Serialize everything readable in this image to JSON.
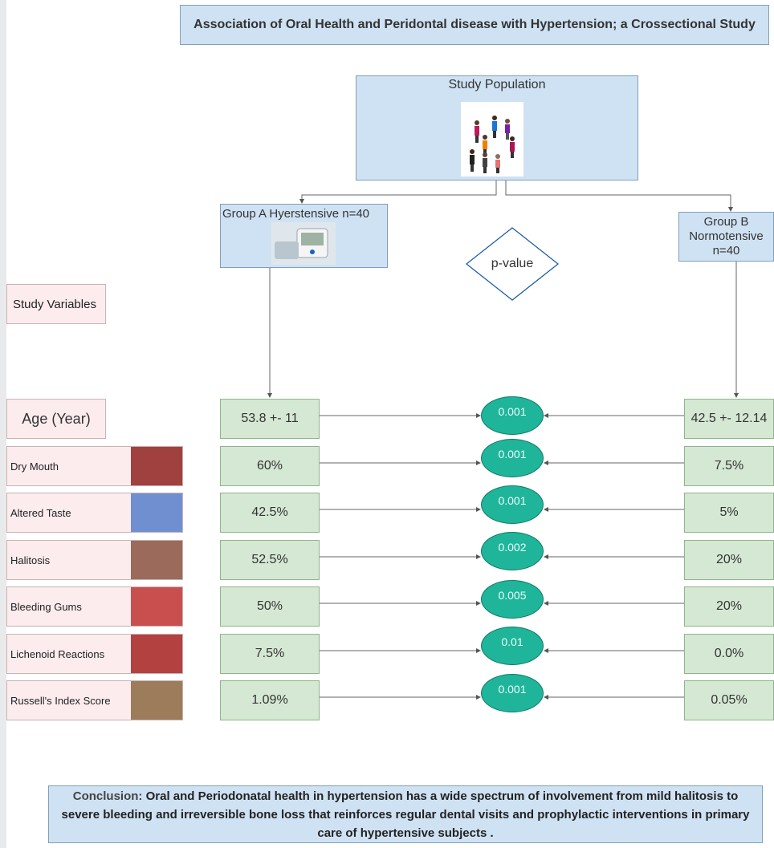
{
  "title": "Association of Oral Health and Peridontal disease with Hypertension; a Crossectional Study",
  "study_population": {
    "label": "Study Population",
    "image": "people-group-icon"
  },
  "group_a": {
    "label": "Group A Hyerstensive n=40",
    "image": "blood-pressure-monitor-icon"
  },
  "group_b": {
    "label": "Group B Normotensive n=40"
  },
  "p_value": "p-value",
  "study_variables": "Study Variables",
  "rows": [
    {
      "variable": "Age (Year)",
      "group_a": "53.8 +- 11",
      "p": "0.001",
      "group_b": "42.5 +- 12.14"
    },
    {
      "variable": "Dry Mouth",
      "group_a": "60%",
      "p": "0.001",
      "group_b": "7.5%",
      "image": "tongue-photo"
    },
    {
      "variable": "Altered Taste",
      "group_a": "42.5%",
      "p": "0.001",
      "group_b": "5%",
      "image": "person-eating-icon"
    },
    {
      "variable": "Halitosis",
      "group_a": "52.5%",
      "p": "0.002",
      "group_b": "20%",
      "image": "bad-breath-photo"
    },
    {
      "variable": "Bleeding Gums",
      "group_a": "50%",
      "p": "0.005",
      "group_b": "20%",
      "image": "bleeding-gums-photo"
    },
    {
      "variable": "Lichenoid Reactions",
      "group_a": "7.5%",
      "p": "0.01",
      "group_b": "0.0%",
      "image": "oral-lesion-photo"
    },
    {
      "variable": "Russell's Index Score",
      "group_a": "1.09%",
      "p": "0.001",
      "group_b": "0.05%",
      "image": "teeth-photo"
    }
  ],
  "conclusion": {
    "lead": "Conclusion:",
    "text": "Oral and Periodonatal health in hypertension has a wide spectrum of involvement from mild halitosis to severe bleeding and irreversible bone loss that reinforces regular dental visits and prophylactic interventions in primary care of hypertensive subjects ."
  },
  "colors": {
    "header_box": "#cfe2f3",
    "value_box": "#d5e8d4",
    "variable_box": "#fcecee",
    "p_oval": "#1fb59a"
  }
}
